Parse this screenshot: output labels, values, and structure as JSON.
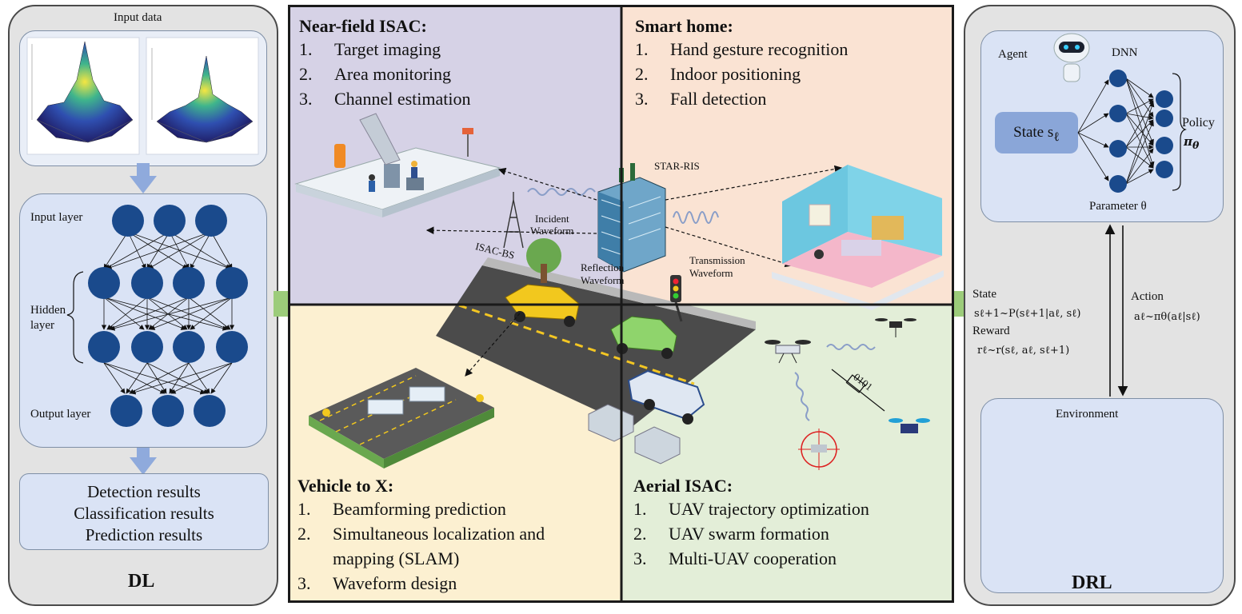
{
  "dl": {
    "input_title": "Input data",
    "input_layer": "Input layer",
    "hidden_layer_1": "Hidden",
    "hidden_layer_2": "layer",
    "output_layer": "Output layer",
    "results": [
      "Detection results",
      "Classification results",
      "Prediction results"
    ],
    "label": "DL"
  },
  "near_field": {
    "title": "Near-field ISAC:",
    "items": [
      {
        "num": "1.",
        "text": "Target imaging"
      },
      {
        "num": "2.",
        "text": "Area monitoring"
      },
      {
        "num": "3.",
        "text": "Channel estimation"
      }
    ]
  },
  "smart_home": {
    "title": "Smart home:",
    "items": [
      {
        "num": "1.",
        "text": "Hand gesture recognition"
      },
      {
        "num": "2.",
        "text": "Indoor positioning"
      },
      {
        "num": "3.",
        "text": "Fall detection"
      }
    ]
  },
  "v2x": {
    "title": "Vehicle to X:",
    "items": [
      {
        "num": "1.",
        "text": "Beamforming prediction"
      },
      {
        "num": "2.",
        "text": "Simultaneous localization and"
      },
      {
        "num": "",
        "text": "mapping (SLAM)"
      },
      {
        "num": "3.",
        "text": "Waveform design"
      }
    ]
  },
  "aerial": {
    "title": "Aerial  ISAC:",
    "items": [
      {
        "num": "1.",
        "text": "UAV trajectory optimization"
      },
      {
        "num": "2.",
        "text": "UAV swarm formation"
      },
      {
        "num": "3.",
        "text": "Multi-UAV cooperation"
      }
    ]
  },
  "scene": {
    "star_ris": "STAR-RIS",
    "incident_1": "Incident",
    "incident_2": "Waveform",
    "reflection_1": "Reflection",
    "reflection_2": "Waveform",
    "transmission_1": "Transmission",
    "transmission_2": "Waveform",
    "isac_bs": "ISAC-BS",
    "bits": "0101"
  },
  "drl": {
    "agent": "Agent",
    "dnn": "DNN",
    "state_box": "State s",
    "state_sub": "ℓ",
    "policy": "Policy",
    "policy_sym": "π",
    "policy_sub": "θ",
    "parameter": "Parameter θ",
    "state_label": "State",
    "state_formula": "sℓ+1~P(sℓ+1|aℓ, sℓ)",
    "reward_label": "Reward",
    "reward_formula": "rℓ~r(sℓ, aℓ, sℓ+1)",
    "action_label": "Action",
    "action_formula": "aℓ~πθ(aℓ|sℓ)",
    "environment": "Environment",
    "label": "DRL"
  },
  "colors": {
    "node": "#1a4a8c",
    "arrow_green": "#9ccc7a",
    "arrow_blue": "#8faadc"
  }
}
